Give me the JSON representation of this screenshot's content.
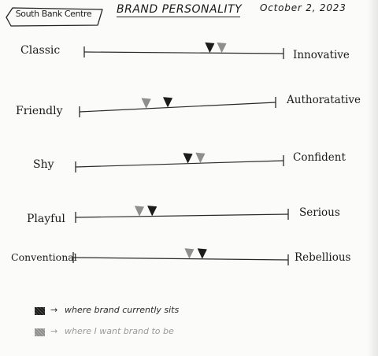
{
  "header": {
    "logo_text": "South Bank Centre",
    "title": "BRAND PERSONALITY",
    "date": "October 2, 2023"
  },
  "scales": [
    {
      "left_label": "Classic",
      "right_label": "Innovative",
      "current": 0.63,
      "desired": 0.69
    },
    {
      "left_label": "Friendly",
      "right_label": "Authoratative",
      "current": 0.45,
      "desired": 0.34
    },
    {
      "left_label": "Shy",
      "right_label": "Confident",
      "current": 0.54,
      "desired": 0.6
    },
    {
      "left_label": "Playful",
      "right_label": "Serious",
      "current": 0.36,
      "desired": 0.3
    },
    {
      "left_label": "Conventional",
      "right_label": "Rebellious",
      "current": 0.6,
      "desired": 0.54
    }
  ],
  "legend": {
    "current_text": "where brand currently sits",
    "desired_text": "where I want brand to be",
    "arrow": "→",
    "current_color": "#1c1c1c",
    "desired_color": "#8f8f8f"
  }
}
